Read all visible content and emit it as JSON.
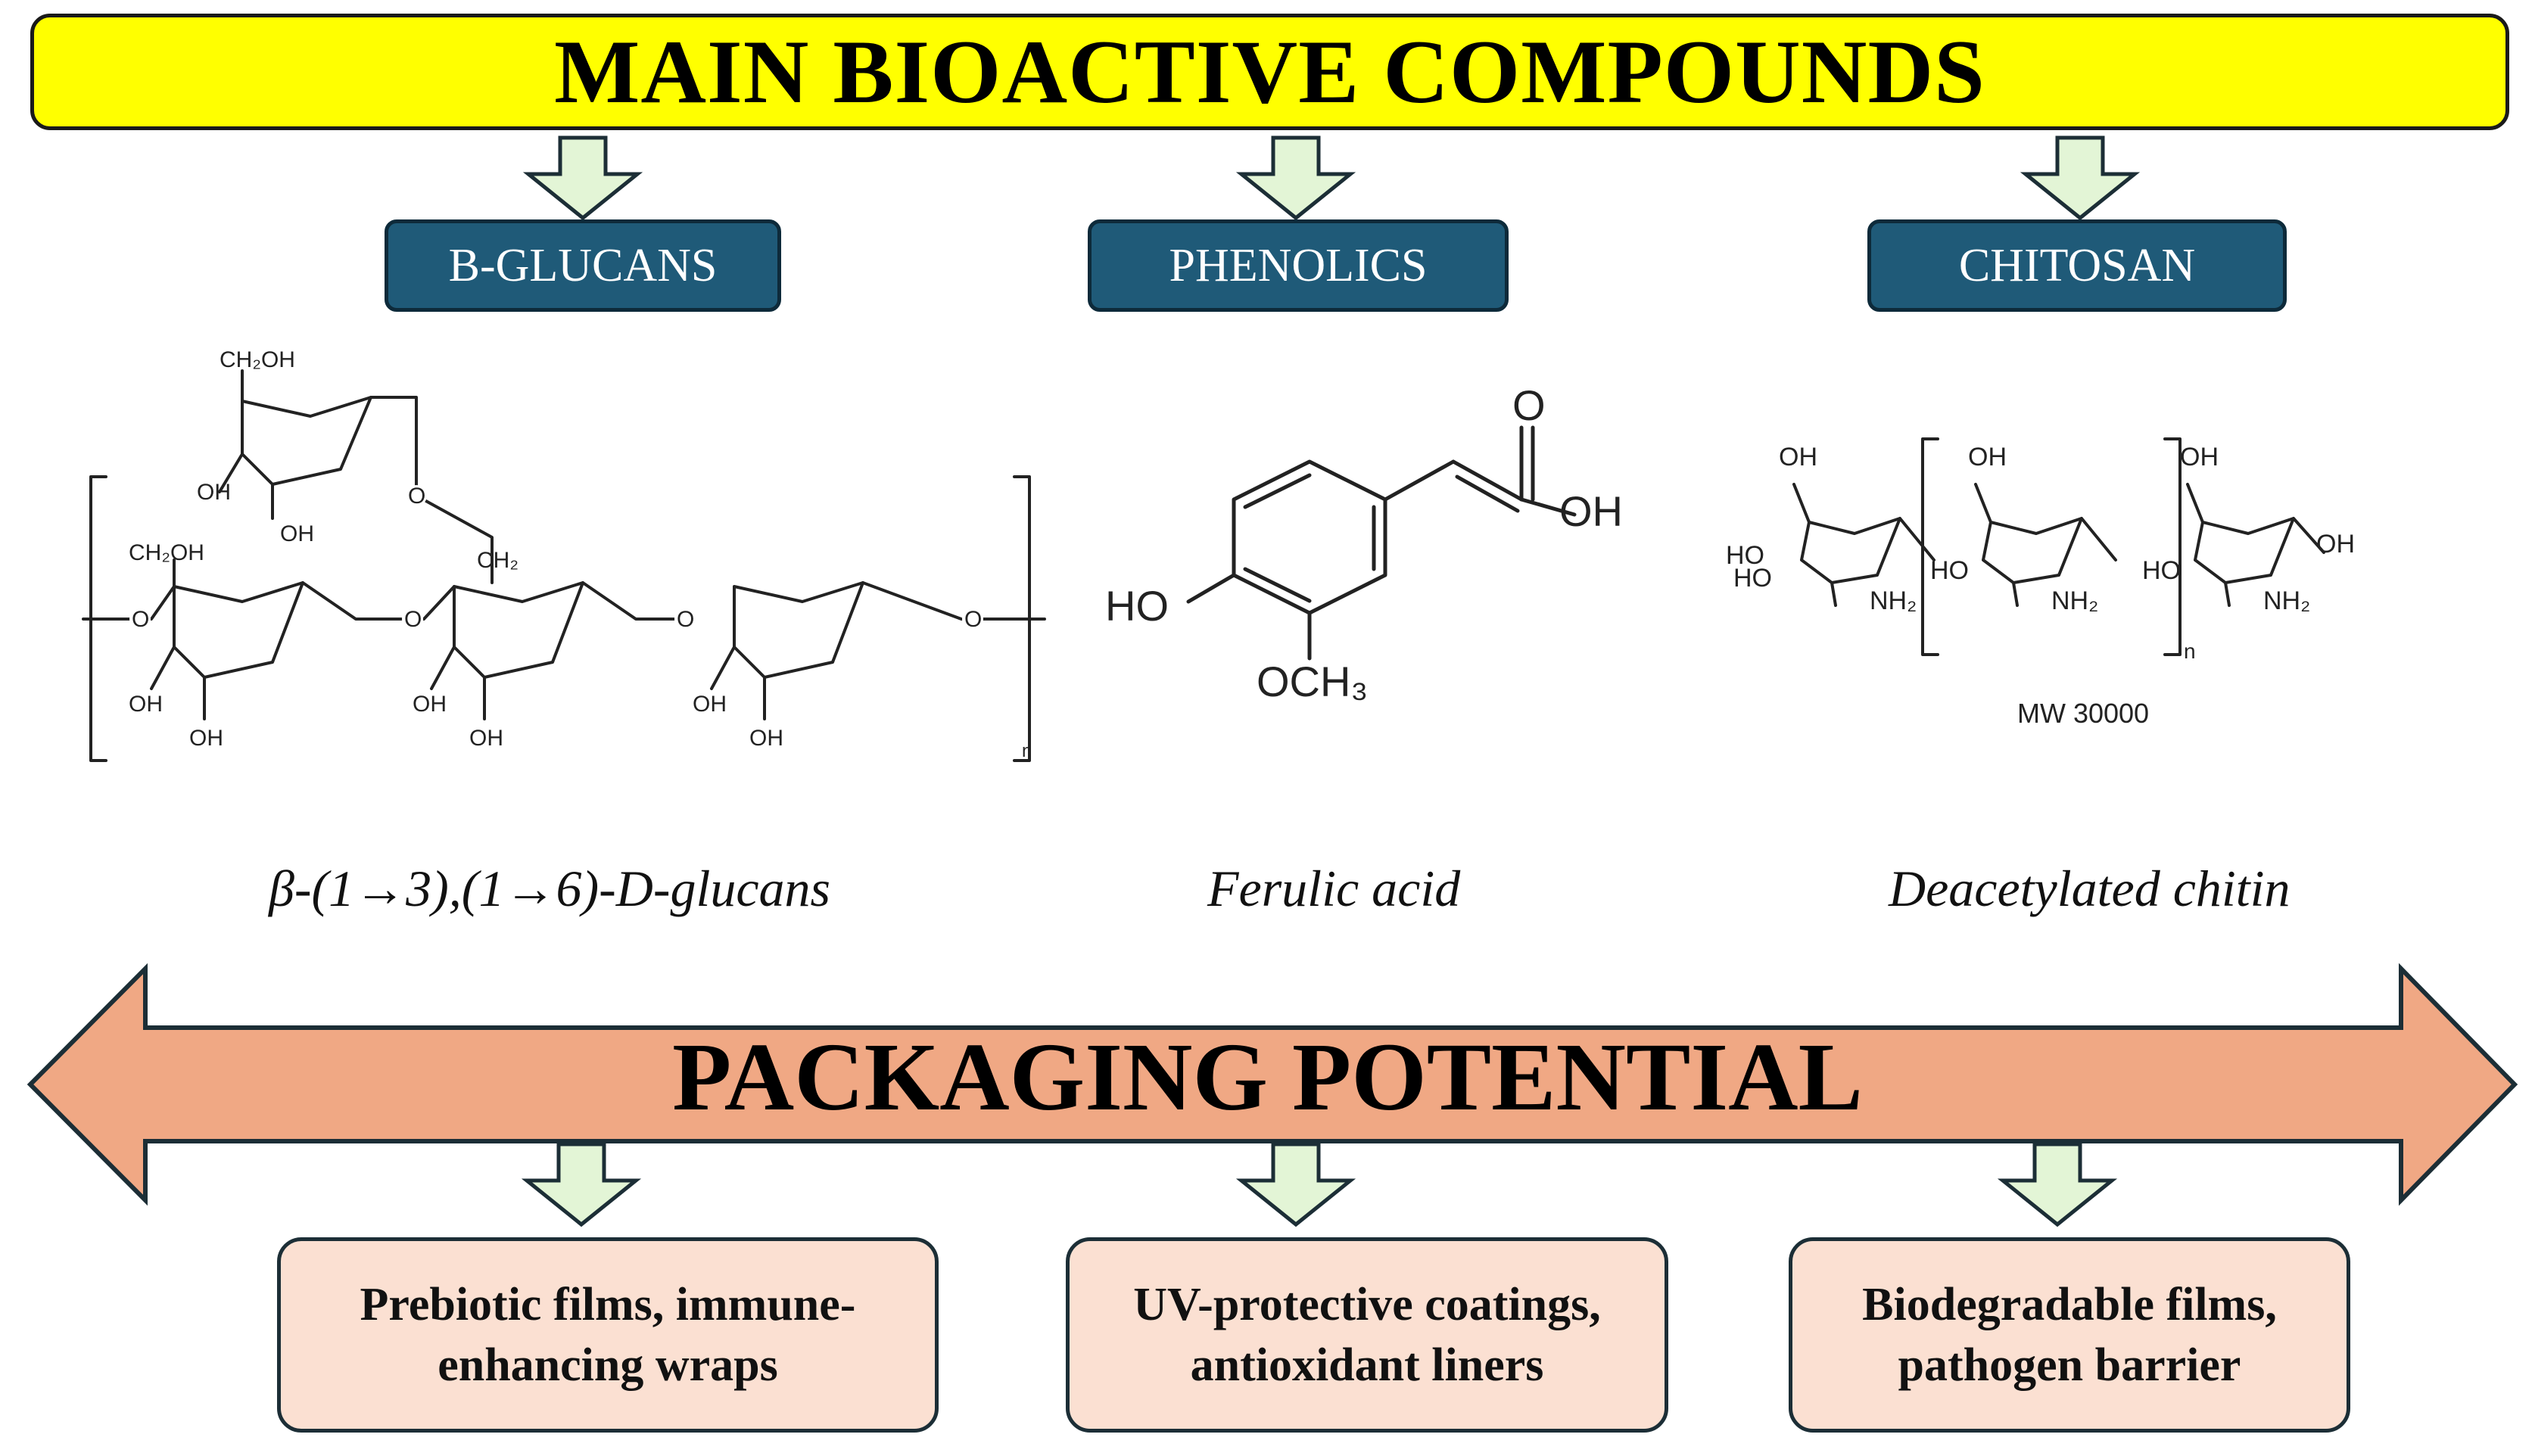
{
  "header": {
    "title": "MAIN BIOACTIVE COMPOUNDS"
  },
  "categories": [
    {
      "label": "B-GLUCANS",
      "caption": "β-(1→3),(1→6)-D-glucans"
    },
    {
      "label": "PHENOLICS",
      "caption": "Ferulic acid"
    },
    {
      "label": "CHITOSAN",
      "caption": "Deacetylated chitin"
    }
  ],
  "structures": {
    "chitosan_mw": "MW 30000",
    "repeat_n": "n"
  },
  "packaging": {
    "title": "PACKAGING POTENTIAL",
    "applications": [
      {
        "line1": "Prebiotic films, immune-",
        "line2": "enhancing wraps"
      },
      {
        "line1": "UV-protective coatings,",
        "line2": "antioxidant liners"
      },
      {
        "line1": "Biodegradable films,",
        "line2": "pathogen barrier"
      }
    ]
  },
  "colors": {
    "banner": "#ffff00",
    "category_box": "#1f5a78",
    "down_arrow": "#e3f5d6",
    "double_arrow": "#f0a884",
    "application_box": "#fbe0d2"
  }
}
